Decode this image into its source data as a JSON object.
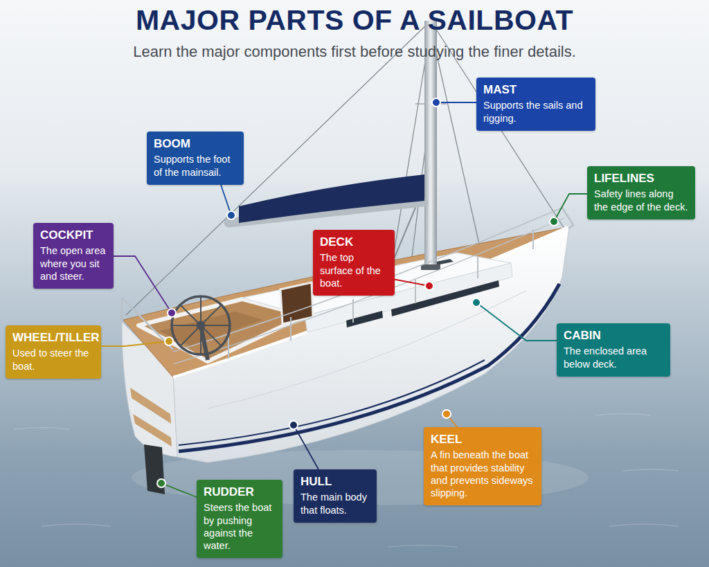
{
  "diagram": {
    "title": "MAJOR PARTS OF A SAILBOAT",
    "caption": "Learn the major components first before studying the finer details.",
    "nodes": [
      {
        "text": [
          "MAST",
          "Supports the sails and rigging."
        ]
      },
      {
        "text": [
          "BOOM",
          "Supports the foot of the mainsail."
        ]
      },
      {
        "text": [
          "LIFELINES",
          "Safety lines along the edge of the deck."
        ]
      },
      {
        "text": [
          "COCKPIT",
          "The open area where you sit and steer."
        ]
      },
      {
        "text": [
          "DECK",
          "The top surface of the boat."
        ]
      },
      {
        "text": [
          "WHEEL/TILLER",
          "Used to steer the boat."
        ]
      },
      {
        "text": [
          "CABIN",
          "The enclosed area below deck."
        ]
      },
      {
        "text": [
          "KEEL",
          "A fin beneath the boat that provides stability and prevents sideways slipping."
        ]
      },
      {
        "text": [
          "RUDDER",
          "Steers the boat by pushing against the water."
        ]
      },
      {
        "text": [
          "HULL",
          "The main body that floats."
        ]
      }
    ]
  }
}
